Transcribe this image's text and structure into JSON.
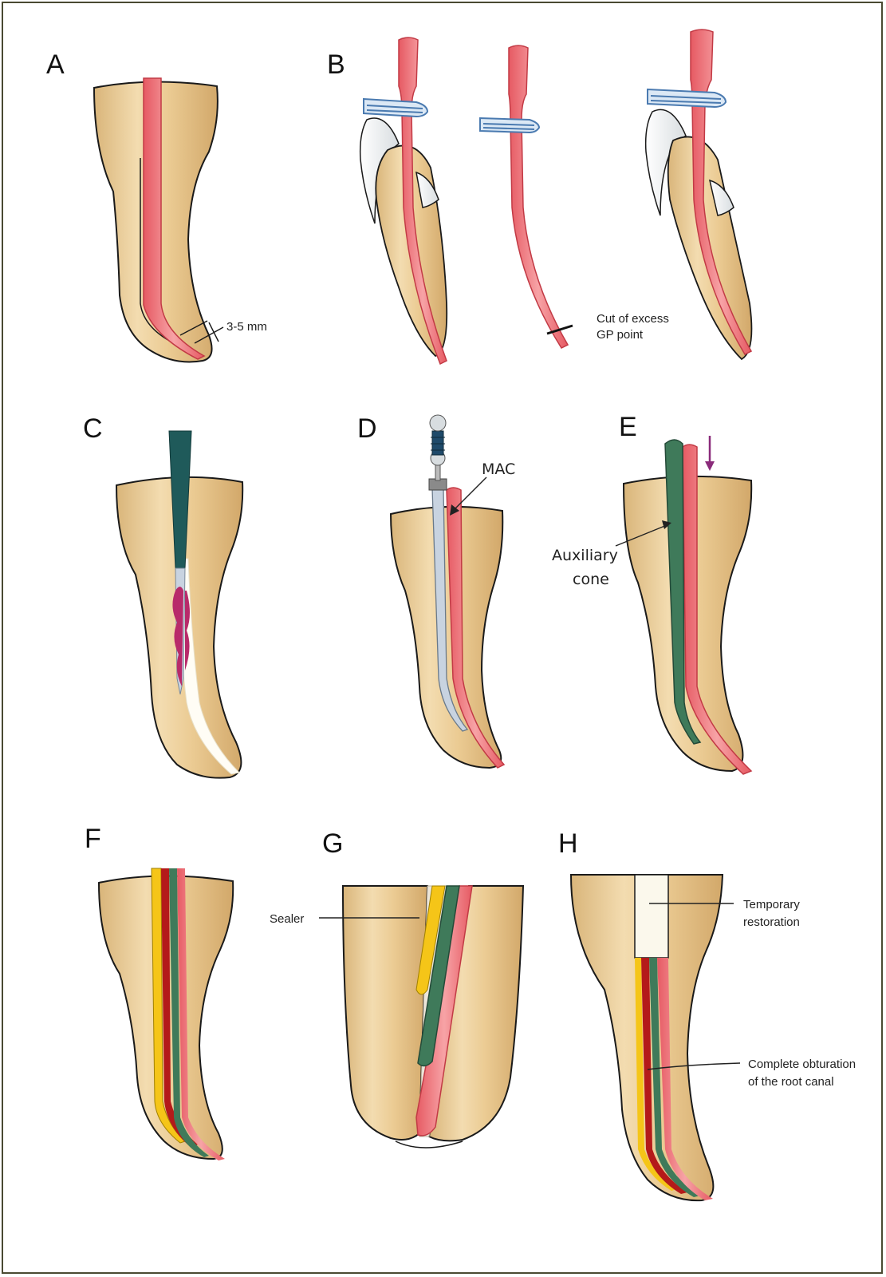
{
  "panels": {
    "a": {
      "letter": "A",
      "measure": "3-5 mm"
    },
    "b": {
      "letter": "B",
      "cut_note_line1": "Cut of excess",
      "cut_note_line2": "GP point"
    },
    "c": {
      "letter": "C"
    },
    "d": {
      "letter": "D",
      "mac_label": "MAC"
    },
    "e": {
      "letter": "E",
      "aux_line1": "Auxiliary",
      "aux_line2": "cone"
    },
    "f": {
      "letter": "F"
    },
    "g": {
      "letter": "G",
      "sealer_label": "Sealer"
    },
    "h": {
      "letter": "H",
      "temp_line1": "Temporary",
      "temp_line2": "restoration",
      "obt_line1": "Complete obturation",
      "obt_line2": "of the root canal"
    }
  },
  "colors": {
    "dentin": "#e6c48e",
    "dentin_edge": "#1a1a1a",
    "gutta_percha": "#f08a8f",
    "gp_dark": "#e0505a",
    "auxiliary_cone": "#3f7a5a",
    "sealer": "#f5c518",
    "spreader": "#1f5a5a",
    "instrument": "#c8d3e0",
    "temporary": "#fbf8ec",
    "arrow": "#8a2b7a"
  }
}
